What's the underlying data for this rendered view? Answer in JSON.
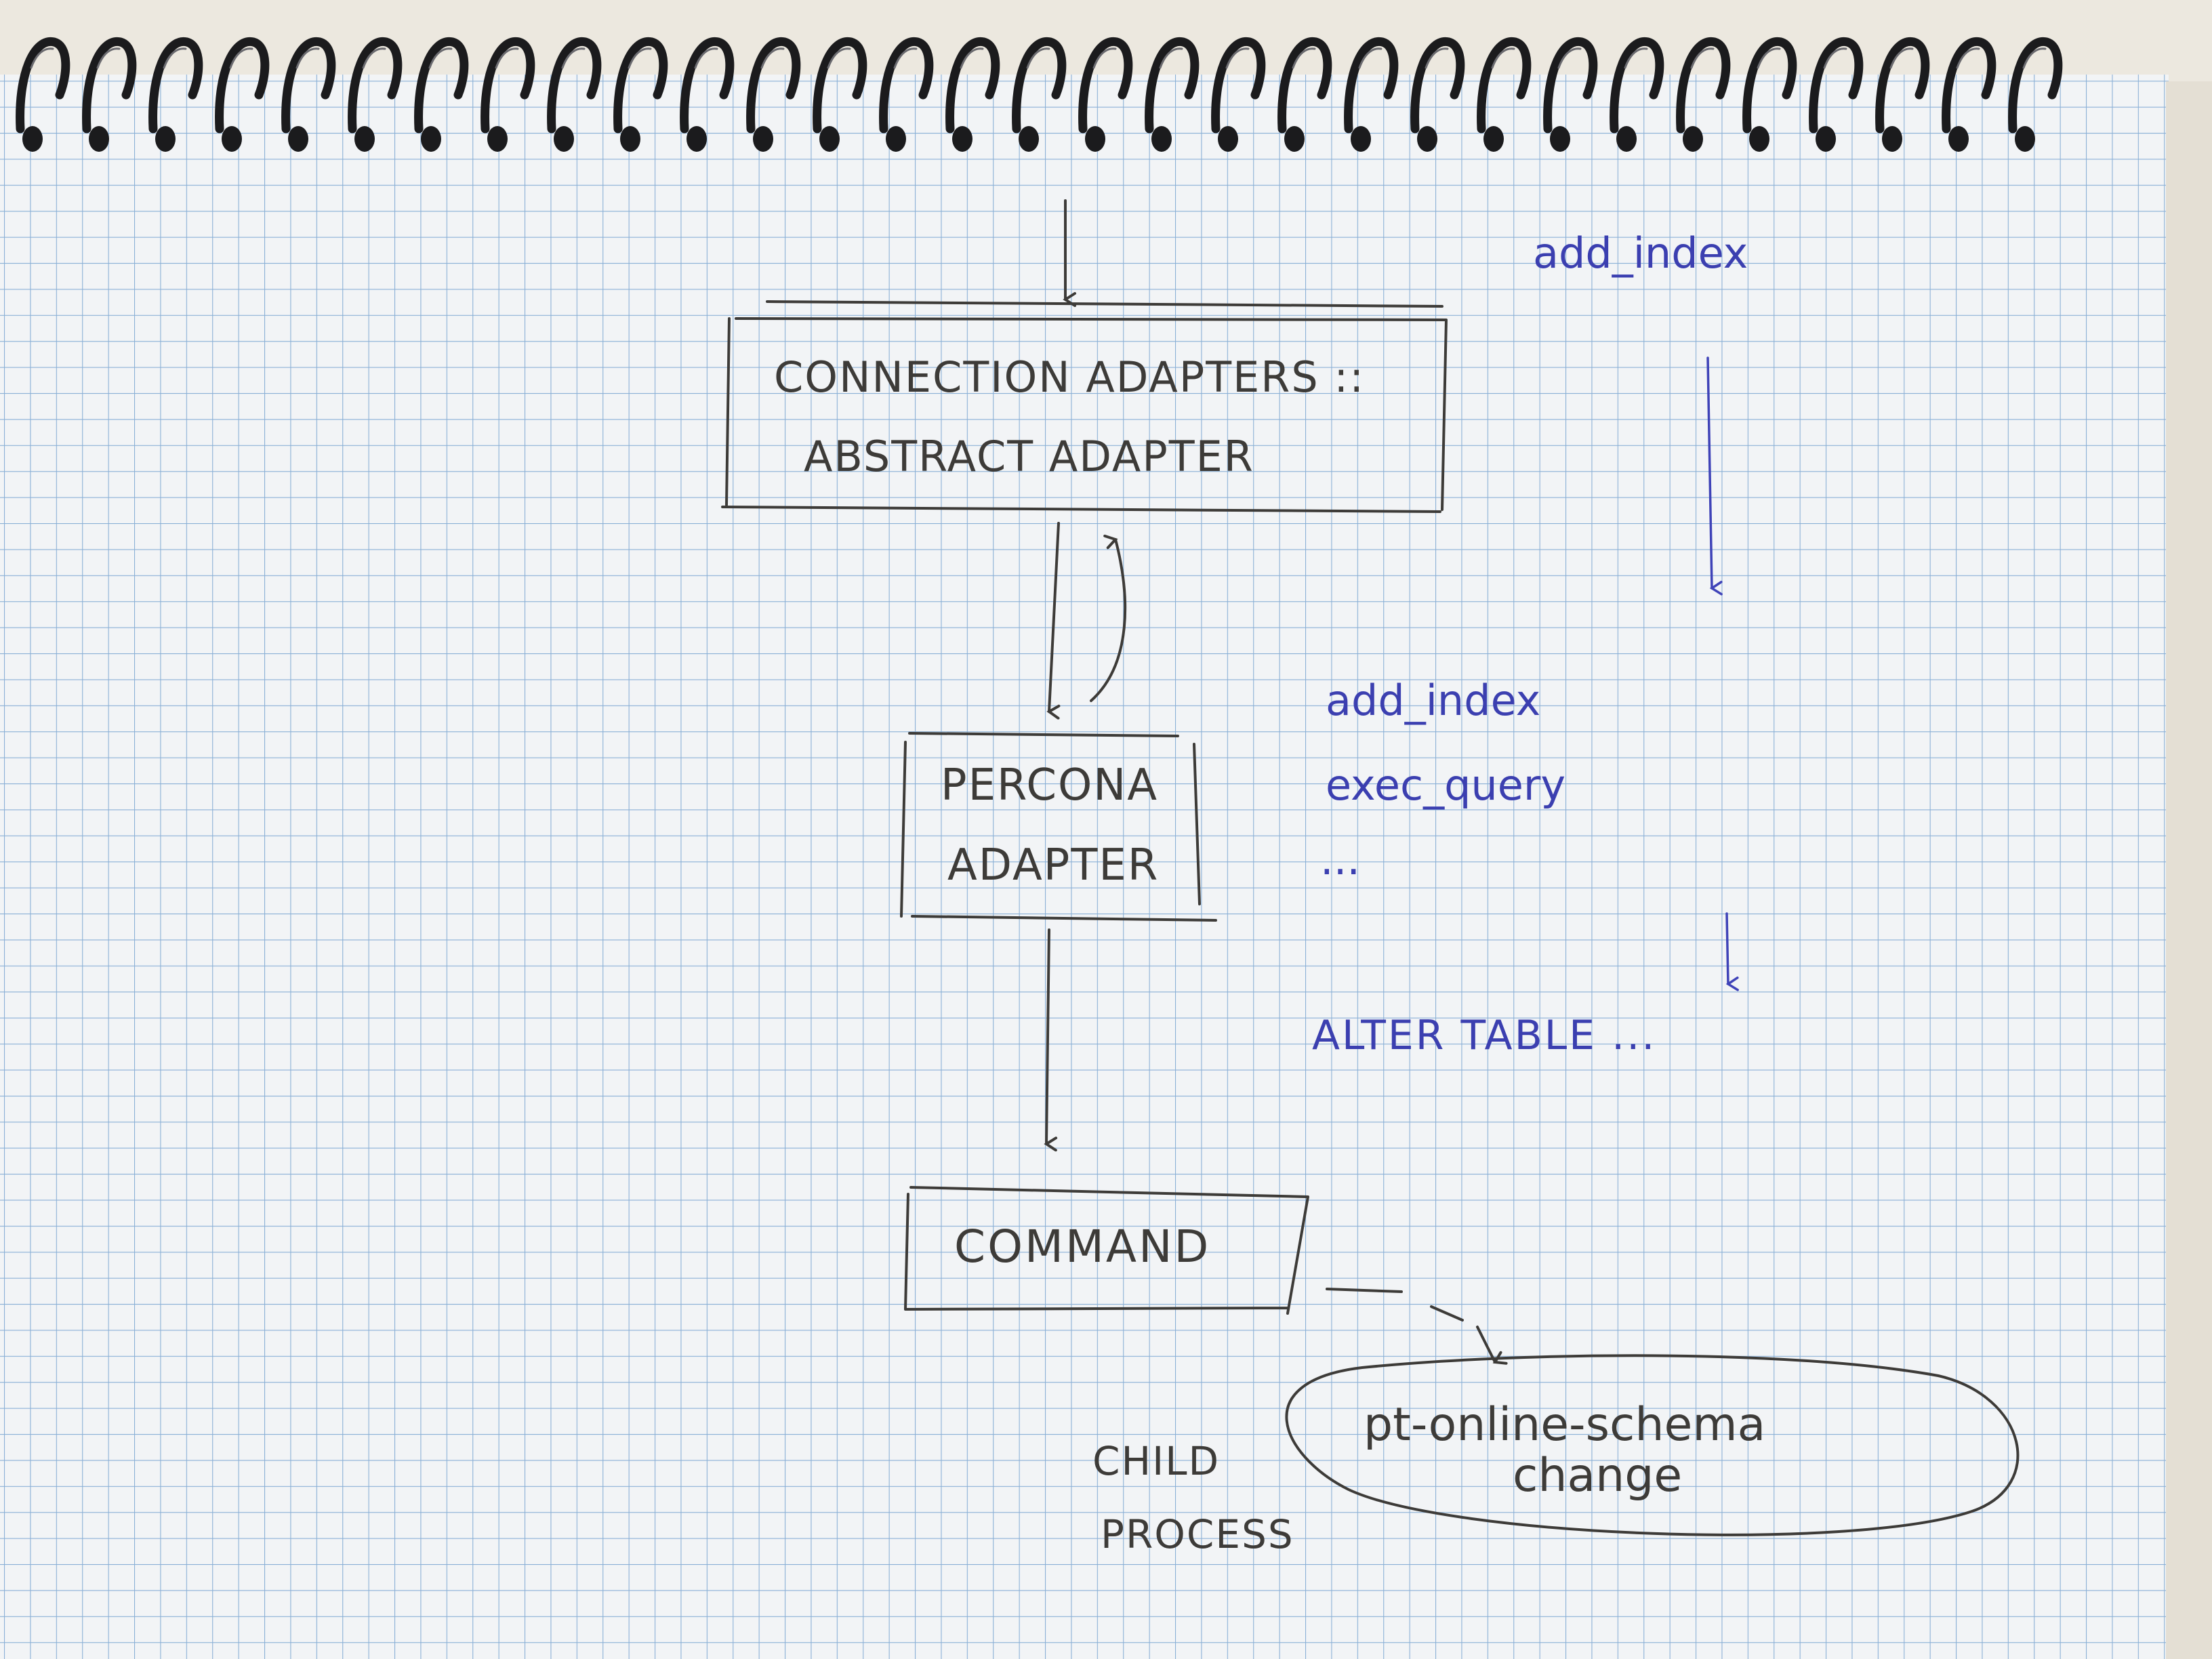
{
  "diagram": {
    "nodes": {
      "abstract_adapter": {
        "line1": "CONNECTION ADAPTERS ::",
        "line2": "ABSTRACT ADAPTER"
      },
      "percona_adapter": {
        "line1": "PERCONA",
        "line2": "ADAPTER"
      },
      "command": {
        "label": "COMMAND"
      },
      "pt_tool": {
        "line1": "pt-online-schema",
        "line2": "change"
      }
    },
    "annotations": {
      "top_call": "add_index",
      "method_1": "add_index",
      "method_2": "exec_query",
      "method_more": "...",
      "sql": "ALTER TABLE ...",
      "child_1": "CHILD",
      "child_2": "PROCESS"
    },
    "colors": {
      "paper": "#f2f4f6",
      "grid": "#8ab0d6",
      "pencil": "#3d3b38",
      "pen": "#3b3fb0",
      "coil": "#1b1b1d",
      "background": "#ece8df"
    }
  }
}
